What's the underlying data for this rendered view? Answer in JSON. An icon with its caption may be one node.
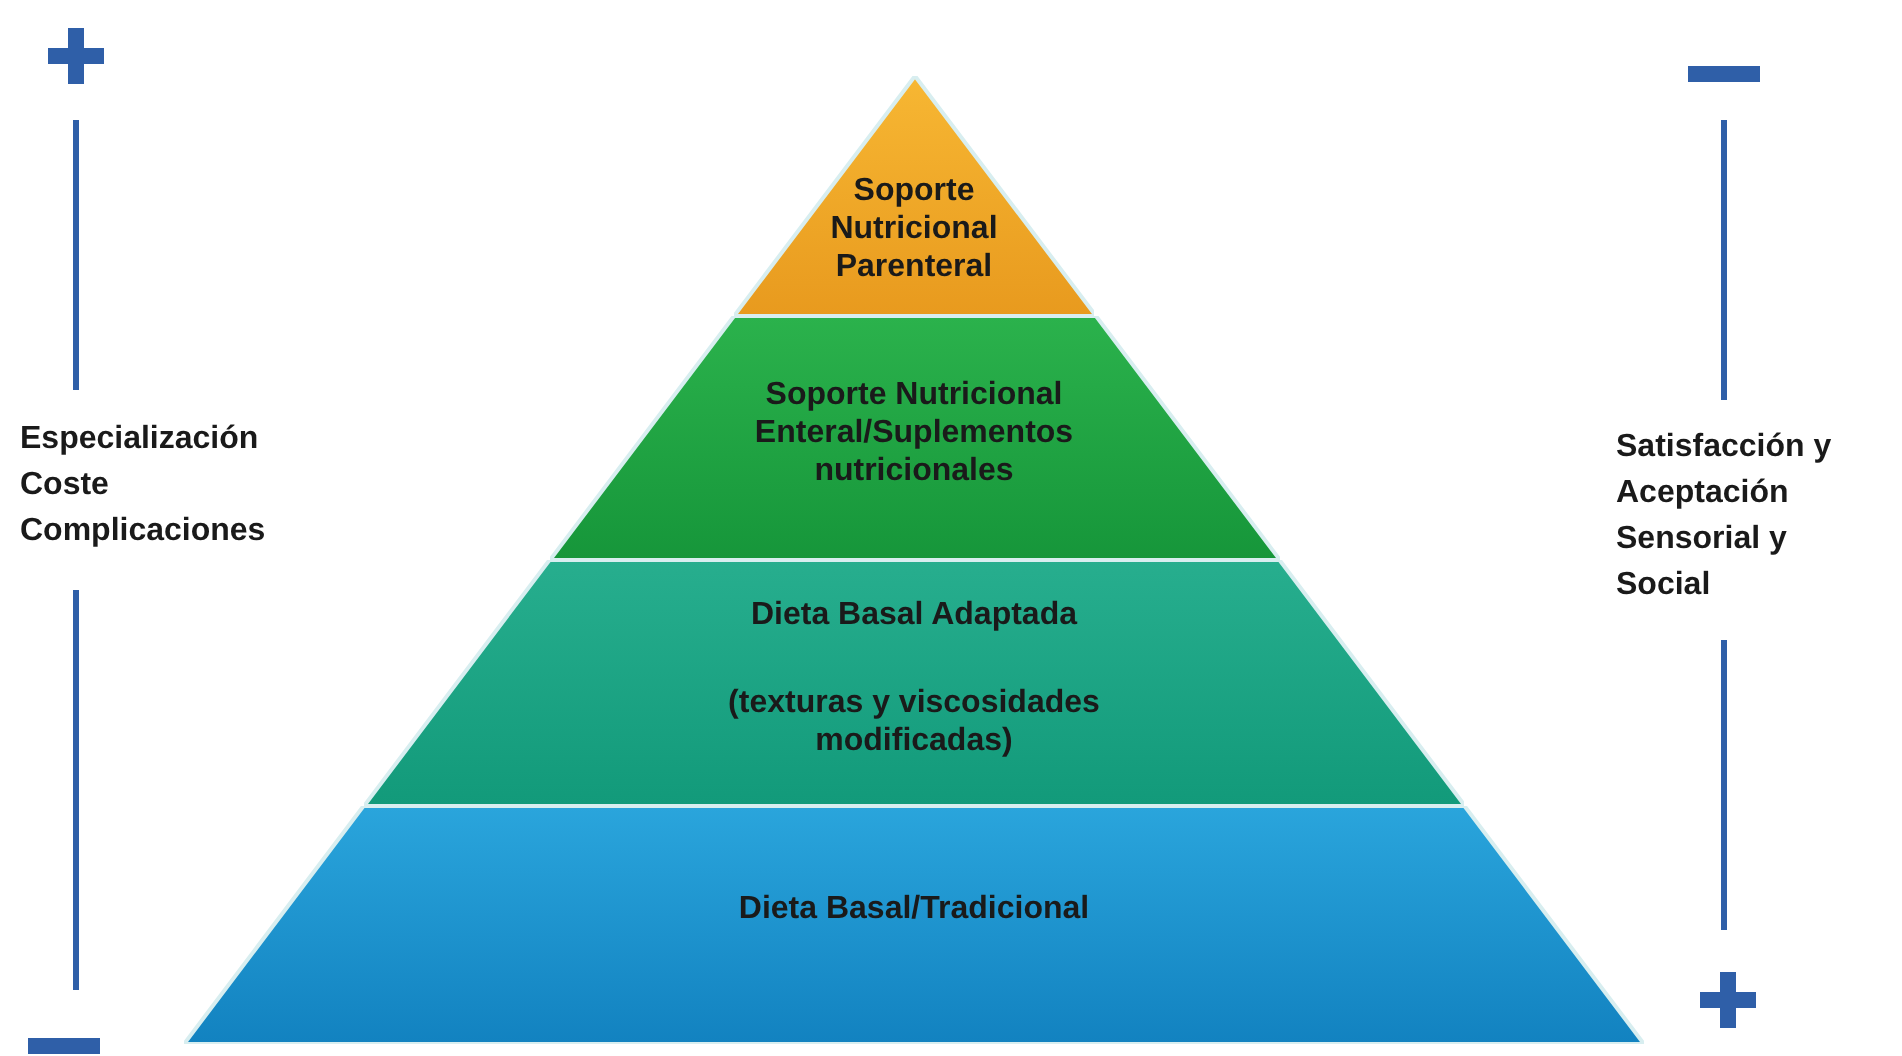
{
  "diagram": {
    "nodes": [
      {
        "text": [
          "Soporte Nutricional Parenteral"
        ]
      },
      {
        "text": [
          "Soporte Nutricional Enteral/Suplementos nutricionales"
        ]
      },
      {
        "text": [
          "Dieta Basal Adaptada",
          "(texturas y viscosidades modificadas)"
        ]
      },
      {
        "text": [
          "Dieta Basal/Tradicional"
        ]
      }
    ],
    "labels": [
      "Especialización Coste Complicaciones",
      "Satisfacción y Aceptación Sensorial y Social"
    ]
  }
}
